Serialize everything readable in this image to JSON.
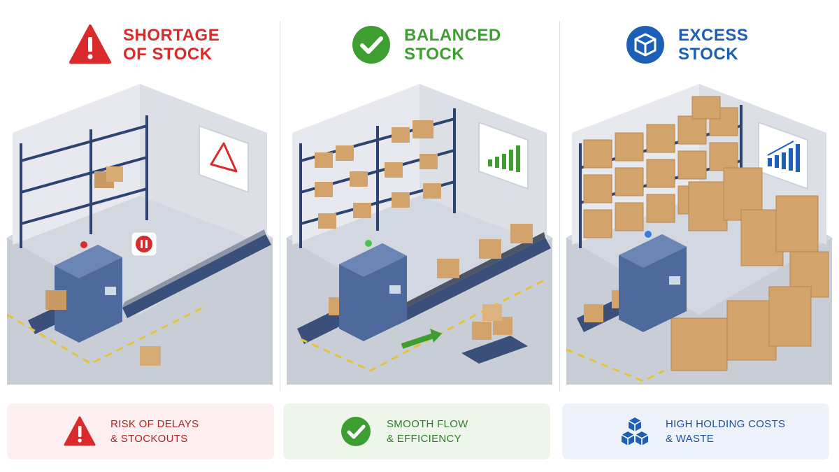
{
  "panels": [
    {
      "title_line1": "SHORTAGE",
      "title_line2": "OF STOCK",
      "title_icon": "warning-triangle-icon",
      "accent": "#d92b2b",
      "card_line1": "RISK OF DELAYS",
      "card_line2": "& STOCKOUTS",
      "card_icon": "warning-triangle-icon",
      "card_bg": "#fdeef0"
    },
    {
      "title_line1": "BALANCED",
      "title_line2": "STOCK",
      "title_icon": "checkmark-circle-icon",
      "accent": "#3f9e32",
      "card_line1": "SMOOTH FLOW",
      "card_line2": "& EFFICIENCY",
      "card_icon": "checkmark-circle-icon",
      "card_bg": "#eef6ec"
    },
    {
      "title_line1": "EXCESS",
      "title_line2": "STOCK",
      "title_icon": "box-circle-icon",
      "accent": "#1d5fb6",
      "card_line1": "HIGH HOLDING COSTS",
      "card_line2": "& WASTE",
      "card_icon": "stacked-boxes-icon",
      "card_bg": "#edf2fb"
    }
  ]
}
